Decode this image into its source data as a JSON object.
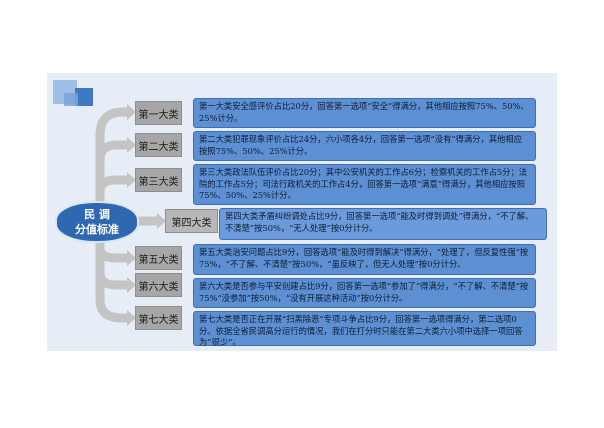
{
  "center": {
    "line1": "民 调",
    "line2": "分值标准"
  },
  "categories": [
    {
      "label": "第一大类",
      "text": "第一大类安全感评价占比20分，回答第一选项“安全”得满分，其他相应按照75%、50%、25%计分。"
    },
    {
      "label": "第二大类",
      "text": "第二大类犯罪现象评价占比24分，六小项各4分，回答第一选项“没有”得满分，其他相应按照75%、50%、25%计分。"
    },
    {
      "label": "第三大类",
      "text": "第三大类政法队伍评价占比20分；其中公安机关的工作占6分；检察机关的工作占5分；法院的工作占5分；司法行政机关的工作占4分，回答第一选项“满意”得满分，其他相应按照75%、50%、25%计分。"
    },
    {
      "label": "第四大类",
      "text": "第四大类矛盾纠纷调处占比9分，回答第一选项“能及时得到调处”得满分，“不了解、不清楚”按50%，“无人处理”按0分计分。"
    },
    {
      "label": "第五大类",
      "text": "第五大类治安问题占比9分，回答选项“能及时得到解决”得满分，“处理了，但反复性强”按75%，“不了解、不清楚”按50%，“虽反映了，但无人处理”按0分计分。"
    },
    {
      "label": "第六大类",
      "text": "第六大类是否参与平安创建占比9分，回答第一选项“参加了”得满分，“不了解、不清楚”按75%“没参加”按50%，“没有开展这种活动”按0分计分。"
    },
    {
      "label": "第七大类",
      "text": "第七大类是否正在开展“扫黑除恶”专项斗争占比9分，回答第一选项得满分，第二选项0分。依据全省民调高分运行的情况，我们在打分时只能在第二大类六小项中选择一项回答为“很少”。"
    }
  ],
  "colors": {
    "accent": "#2f67b1",
    "box": "#5d8fd3",
    "label": "#a6a6a6",
    "arrow": "#bfbfbf"
  }
}
